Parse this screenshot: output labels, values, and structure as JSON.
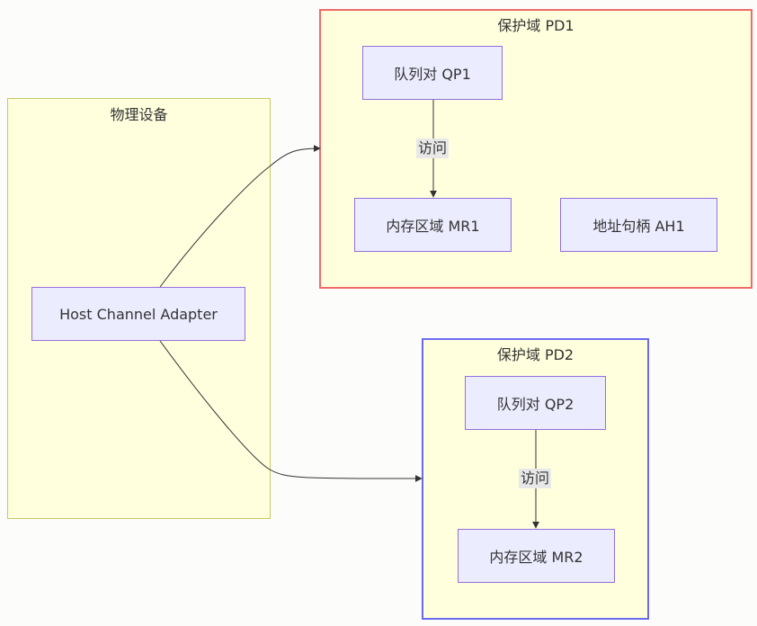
{
  "clusters": {
    "physical": {
      "title": "物理设备",
      "border_color": "#c8c864"
    },
    "pd1": {
      "title": "保护域 PD1",
      "border_color": "#f06a6a"
    },
    "pd2": {
      "title": "保护域 PD2",
      "border_color": "#6a6af0"
    }
  },
  "nodes": {
    "hca": "Host Channel Adapter",
    "qp1": "队列对 QP1",
    "mr1": "内存区域 MR1",
    "ah1": "地址句柄 AH1",
    "qp2": "队列对 QP2",
    "mr2": "内存区域 MR2"
  },
  "edges": {
    "qp1_mr1_label": "访问",
    "qp2_mr2_label": "访问"
  },
  "colors": {
    "cluster_fill": "#ffffde",
    "node_fill": "#ececff",
    "node_border": "#9370db",
    "edge_line": "#333333",
    "edge_label_bg": "#e8e8e8"
  }
}
